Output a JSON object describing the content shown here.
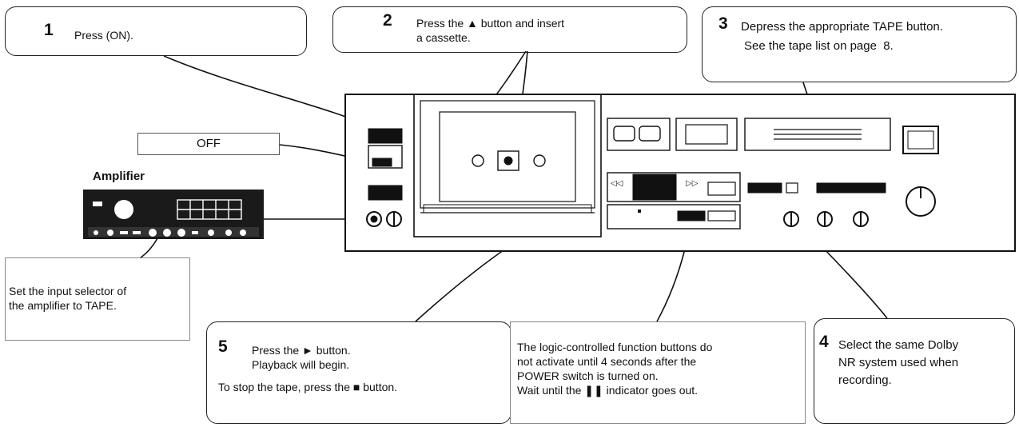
{
  "callouts": {
    "step1": {
      "number": "1",
      "text": "Press (ON)."
    },
    "step2": {
      "number": "2",
      "line1": "Press the ▲ button and insert",
      "line2": "a cassette."
    },
    "step3": {
      "number": "3",
      "line1": "Depress the appropriate TAPE button.",
      "line2": "See the tape list on page  8."
    },
    "step4": {
      "number": "4",
      "line1": "Select the same Dolby",
      "line2": "NR system used when",
      "line3": "recording."
    },
    "step5": {
      "number": "5",
      "line1": "Press the ► button.",
      "line2": "Playback will begin.",
      "line3": "To stop the tape, press the ■ button."
    },
    "logic_note": {
      "line1": "The logic-controlled function buttons do",
      "line2": "not activate until 4 seconds after the",
      "line3": "POWER switch is turned on.",
      "line4": "Wait until the ❚❚ indicator goes out."
    },
    "amp_note": {
      "line1": "Set the input selector of",
      "line2": "the amplifier to TAPE."
    }
  },
  "labels": {
    "off": "OFF",
    "amplifier": "Amplifier",
    "rewind_symbol": "◁◁",
    "ffwd_symbol": "▷▷"
  }
}
